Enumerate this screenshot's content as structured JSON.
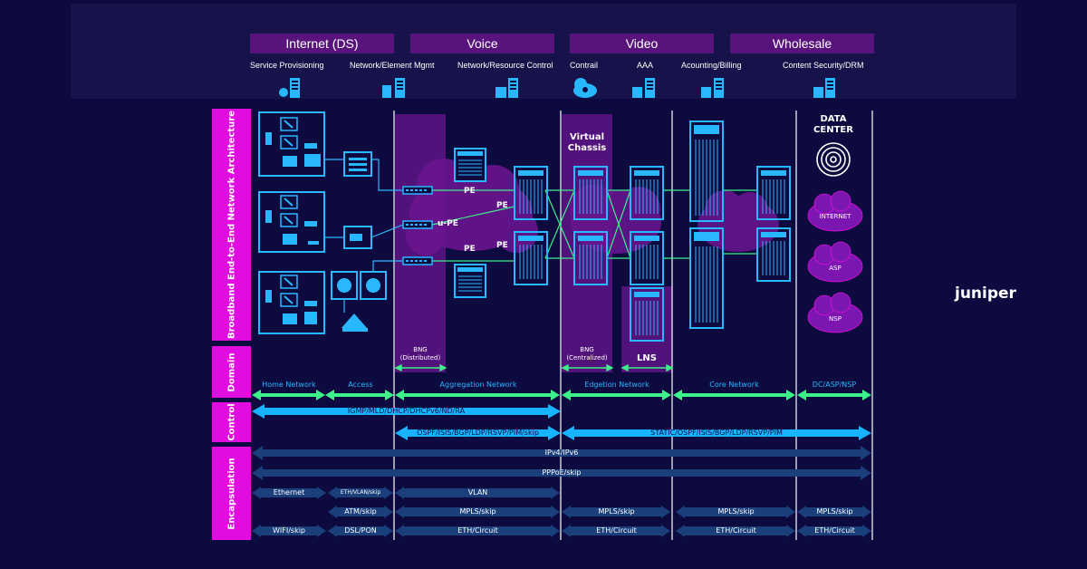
{
  "services": [
    {
      "label": "Internet (DS)"
    },
    {
      "label": "Voice"
    },
    {
      "label": "Video"
    },
    {
      "label": "Wholesale"
    }
  ],
  "functions": [
    {
      "label": "Service Provisioning",
      "icon": "server-gear-icon"
    },
    {
      "label": "Network/Element Mgmt",
      "icon": "server-list-icon"
    },
    {
      "label": "Network/Resource Control",
      "icon": "server-stack-icon"
    },
    {
      "label": "Contrail",
      "icon": "cloud-gear-icon"
    },
    {
      "label": "AAA",
      "icon": "server-key-icon"
    },
    {
      "label": "Acounting/Billing",
      "icon": "server-doc-icon"
    },
    {
      "label": "Content Security/DRM",
      "icon": "server-lock-icon"
    }
  ],
  "side_labels": {
    "architecture": "Broadband End-to-End Network Architecture",
    "domain": "Domain",
    "control": "Control",
    "encapsulation": "Encapsulation"
  },
  "nodes": {
    "pe_1": "PE",
    "pe_2": "PE",
    "pe_3": "PE",
    "pe_4": "PE",
    "upe": "u-PE",
    "virtual_chassis": "Virtual Chassis",
    "data_center": "DATA CENTER",
    "internet": "INTERNET",
    "asp": "ASP",
    "nsp": "NSP"
  },
  "zones": {
    "bng_distributed": "BNG (Distributed)",
    "bng_centralized": "BNG (Centralized)",
    "lns": "LNS"
  },
  "domains": [
    {
      "label": "Home Network"
    },
    {
      "label": "Access"
    },
    {
      "label": "Aggregation Network"
    },
    {
      "label": "Edgetion Network"
    },
    {
      "label": "Core Network"
    },
    {
      "label": "DC/ASP/NSP"
    }
  ],
  "control": [
    {
      "label": "IGMP/MLD/DHCP/DHCPv6/ND/RA"
    },
    {
      "label": "OSPF/ISIS/BGP/LDP/RSVP/PIM/skip"
    },
    {
      "label": "STATIC/OSPF/ISIS/BGP/LDP/RSVP/PIM"
    }
  ],
  "encapsulation": [
    {
      "label": "IPv4/IPv6"
    },
    {
      "label": "PPPoE/skip"
    },
    {
      "label": "Ethernet"
    },
    {
      "label": "ETH/VLAN/skip"
    },
    {
      "label": "VLAN"
    },
    {
      "label": "ATM/skip"
    },
    {
      "label": "MPLS/skip"
    },
    {
      "label": "MPLS/skip"
    },
    {
      "label": "MPLS/skip"
    },
    {
      "label": "MPLS/skip"
    },
    {
      "label": "WIFI/skip"
    },
    {
      "label": "DSL/PON"
    },
    {
      "label": "ETH/Circuit"
    },
    {
      "label": "ETH/Circuit"
    },
    {
      "label": "ETH/Circuit"
    },
    {
      "label": "ETH/Circuit"
    }
  ],
  "brand": "juniper",
  "colors": {
    "background": "#0c0a3e",
    "service_header": "#59137d",
    "side_bar": "#e10ce0",
    "domain_arrow": "#3ef08a",
    "control_arrow": "#19b4ff",
    "encap_arrow": "#1a3f7a",
    "zone": "#6a1590",
    "device": "#29b8ff"
  }
}
